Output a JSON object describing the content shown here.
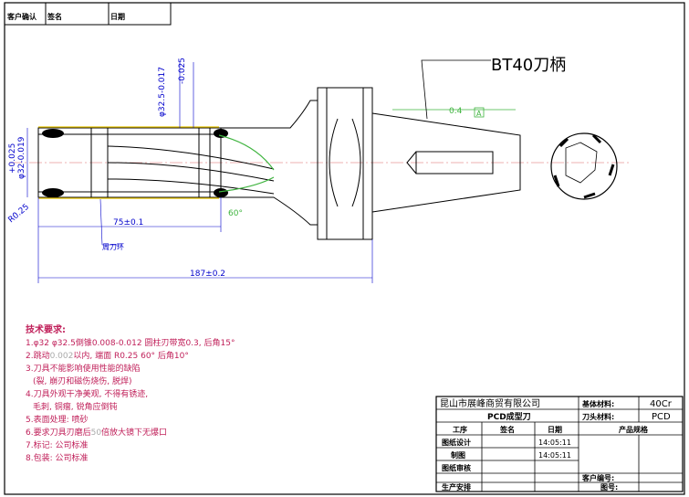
{
  "approval_box": {
    "customer_confirm": "客户确认",
    "signature": "签名",
    "date": "日期"
  },
  "callout": {
    "title": "BT40刀柄"
  },
  "dimensions": {
    "shank_dia": "φ32.5-0.017",
    "shank_tol_top": "-0.025",
    "cut_dia": "φ32-0.019",
    "cut_tol_top": "+0.025",
    "chamfer": "R0.25",
    "length_75": "75±0.1",
    "length_187": "187±0.2",
    "angle_60": "60°",
    "taper_tol": "0.4",
    "datum": "A",
    "edge_label": "周刀环"
  },
  "tech_requirements": {
    "title": "技术要求:",
    "items": [
      {
        "num": "1.",
        "text_a": "φ32 φ32.5倒锥0.008-0.012 圆柱刃带宽0.3, 后角15°",
        "text_b": ""
      },
      {
        "num": "2.",
        "text_a": "跳动",
        "faded": "0.002",
        "text_b": "以内, 端面 R0.25 60° 后角10°"
      },
      {
        "num": "3.",
        "text_a": "刀具不能影响使用性能的缺陷",
        "text_b": ""
      },
      {
        "num": "",
        "text_a": "(裂, 崩刃和磁伤烧伤, 脱焊)",
        "text_b": ""
      },
      {
        "num": "4.",
        "text_a": "刀具外观干净美观, 不得有锈迹,",
        "text_b": ""
      },
      {
        "num": "",
        "text_a": "毛刺, 铜瘤, 锐角应倒钝",
        "text_b": ""
      },
      {
        "num": "5.",
        "text_a": "表面处理: 喷砂",
        "text_b": ""
      },
      {
        "num": "6.",
        "text_a": "要求刀具刃磨后",
        "faded": "50",
        "text_b": "倍放大镜下无爆口"
      },
      {
        "num": "7.",
        "text_a": "标记: 公司标准",
        "text_b": ""
      },
      {
        "num": "8.",
        "text_a": "包装: 公司标准",
        "text_b": ""
      }
    ]
  },
  "title_block": {
    "company": "昆山市展峰商贸有限公司",
    "product_name": "PCD成型刀",
    "base_material_label": "基体材料:",
    "base_material_value": "40Cr",
    "head_material_label": "刀头材料:",
    "head_material_value": "PCD",
    "col_process": "工序",
    "col_sign": "签名",
    "col_date": "日期",
    "col_spec": "产品规格",
    "row_design": "图纸设计",
    "row_draw": "制图",
    "row_review": "图纸审核",
    "row_production": "生产安排",
    "date1": "14:05:11",
    "date2": "14:05:11",
    "customer_no": "客户编号:",
    "drawing_no": "图号:"
  }
}
